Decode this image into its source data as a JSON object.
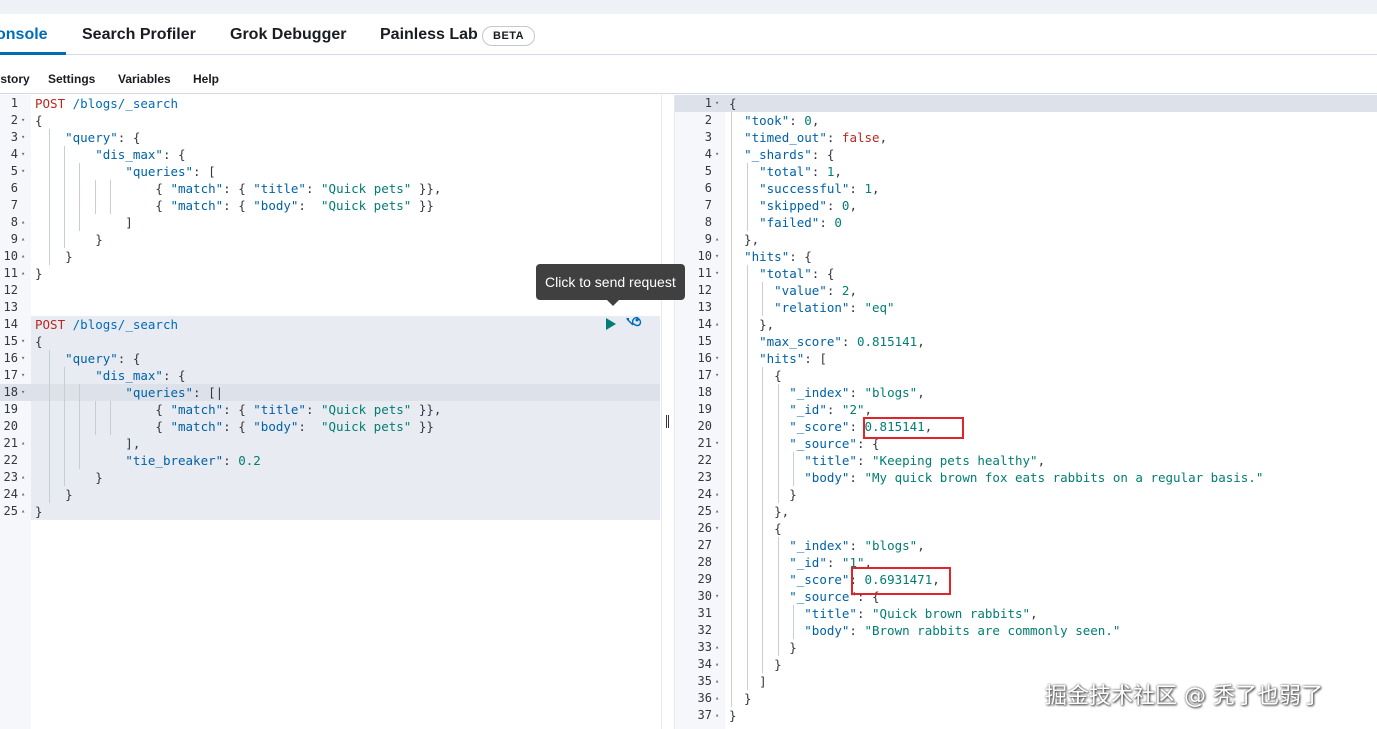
{
  "tabs": [
    {
      "label": "onsole",
      "active": true
    },
    {
      "label": "Search Profiler",
      "active": false
    },
    {
      "label": "Grok Debugger",
      "active": false
    },
    {
      "label": "Painless Lab",
      "active": false
    }
  ],
  "beta_badge": "BETA",
  "menu": [
    "istory",
    "Settings",
    "Variables",
    "Help"
  ],
  "tooltip": "Click to send request",
  "watermark": "掘金技术社区 @ 秃了也弱了",
  "colors": {
    "accent": "#006bb8",
    "method": "#bd271e",
    "key": "#0061a6",
    "string": "#017d73",
    "highlight": "#e0242a"
  },
  "request_editor": {
    "lines": [
      {
        "n": "1",
        "f": "",
        "t": [
          [
            "m",
            "POST"
          ],
          [
            "p",
            " "
          ],
          [
            "u",
            "/blogs/_search"
          ]
        ]
      },
      {
        "n": "2",
        "f": "▾",
        "t": [
          [
            "p",
            "{"
          ]
        ]
      },
      {
        "n": "3",
        "f": "▾",
        "t": [
          [
            "p",
            "    "
          ],
          [
            "k",
            "\"query\""
          ],
          [
            "p",
            ": {"
          ]
        ]
      },
      {
        "n": "4",
        "f": "▾",
        "t": [
          [
            "p",
            "        "
          ],
          [
            "k",
            "\"dis_max\""
          ],
          [
            "p",
            ": {"
          ]
        ]
      },
      {
        "n": "5",
        "f": "▾",
        "t": [
          [
            "p",
            "            "
          ],
          [
            "k",
            "\"queries\""
          ],
          [
            "p",
            ": ["
          ]
        ]
      },
      {
        "n": "6",
        "f": "",
        "t": [
          [
            "p",
            "                { "
          ],
          [
            "k",
            "\"match\""
          ],
          [
            "p",
            ": { "
          ],
          [
            "k",
            "\"title\""
          ],
          [
            "p",
            ": "
          ],
          [
            "s",
            "\"Quick pets\""
          ],
          [
            "p",
            " }},"
          ]
        ]
      },
      {
        "n": "7",
        "f": "",
        "t": [
          [
            "p",
            "                { "
          ],
          [
            "k",
            "\"match\""
          ],
          [
            "p",
            ": { "
          ],
          [
            "k",
            "\"body\""
          ],
          [
            "p",
            ":  "
          ],
          [
            "s",
            "\"Quick pets\""
          ],
          [
            "p",
            " }}"
          ]
        ]
      },
      {
        "n": "8",
        "f": "▴",
        "t": [
          [
            "p",
            "            ]"
          ]
        ]
      },
      {
        "n": "9",
        "f": "▴",
        "t": [
          [
            "p",
            "        }"
          ]
        ]
      },
      {
        "n": "10",
        "f": "▴",
        "t": [
          [
            "p",
            "    }"
          ]
        ]
      },
      {
        "n": "11",
        "f": "▴",
        "t": [
          [
            "p",
            "}"
          ]
        ]
      },
      {
        "n": "12",
        "f": "",
        "t": []
      },
      {
        "n": "13",
        "f": "",
        "t": []
      },
      {
        "n": "14",
        "f": "",
        "t": [
          [
            "m",
            "POST"
          ],
          [
            "p",
            " "
          ],
          [
            "u",
            "/blogs/_search"
          ]
        ]
      },
      {
        "n": "15",
        "f": "▾",
        "t": [
          [
            "p",
            "{"
          ]
        ]
      },
      {
        "n": "16",
        "f": "▾",
        "t": [
          [
            "p",
            "    "
          ],
          [
            "k",
            "\"query\""
          ],
          [
            "p",
            ": {"
          ]
        ]
      },
      {
        "n": "17",
        "f": "▾",
        "t": [
          [
            "p",
            "        "
          ],
          [
            "k",
            "\"dis_max\""
          ],
          [
            "p",
            ": {"
          ]
        ]
      },
      {
        "n": "18",
        "f": "▾",
        "t": [
          [
            "p",
            "            "
          ],
          [
            "k",
            "\"queries\""
          ],
          [
            "p",
            ": [|"
          ]
        ]
      },
      {
        "n": "19",
        "f": "",
        "t": [
          [
            "p",
            "                { "
          ],
          [
            "k",
            "\"match\""
          ],
          [
            "p",
            ": { "
          ],
          [
            "k",
            "\"title\""
          ],
          [
            "p",
            ": "
          ],
          [
            "s",
            "\"Quick pets\""
          ],
          [
            "p",
            " }},"
          ]
        ]
      },
      {
        "n": "20",
        "f": "",
        "t": [
          [
            "p",
            "                { "
          ],
          [
            "k",
            "\"match\""
          ],
          [
            "p",
            ": { "
          ],
          [
            "k",
            "\"body\""
          ],
          [
            "p",
            ":  "
          ],
          [
            "s",
            "\"Quick pets\""
          ],
          [
            "p",
            " }}"
          ]
        ]
      },
      {
        "n": "21",
        "f": "▴",
        "t": [
          [
            "p",
            "            ],"
          ]
        ]
      },
      {
        "n": "22",
        "f": "",
        "t": [
          [
            "p",
            "            "
          ],
          [
            "k",
            "\"tie_breaker\""
          ],
          [
            "p",
            ": "
          ],
          [
            "s",
            "0.2"
          ]
        ]
      },
      {
        "n": "23",
        "f": "▴",
        "t": [
          [
            "p",
            "        }"
          ]
        ]
      },
      {
        "n": "24",
        "f": "▴",
        "t": [
          [
            "p",
            "    }"
          ]
        ]
      },
      {
        "n": "25",
        "f": "▴",
        "t": [
          [
            "p",
            "}"
          ]
        ]
      }
    ]
  },
  "response_editor": {
    "lines": [
      {
        "n": "1",
        "f": "▾",
        "t": [
          [
            "p",
            "{"
          ]
        ]
      },
      {
        "n": "2",
        "f": "",
        "t": [
          [
            "p",
            "  "
          ],
          [
            "k",
            "\"took\""
          ],
          [
            "p",
            ": "
          ],
          [
            "s",
            "0"
          ],
          [
            "p",
            ","
          ]
        ]
      },
      {
        "n": "3",
        "f": "",
        "t": [
          [
            "p",
            "  "
          ],
          [
            "k",
            "\"timed_out\""
          ],
          [
            "p",
            ": "
          ],
          [
            "b",
            "false"
          ],
          [
            "p",
            ","
          ]
        ]
      },
      {
        "n": "4",
        "f": "▾",
        "t": [
          [
            "p",
            "  "
          ],
          [
            "k",
            "\"_shards\""
          ],
          [
            "p",
            ": {"
          ]
        ]
      },
      {
        "n": "5",
        "f": "",
        "t": [
          [
            "p",
            "    "
          ],
          [
            "k",
            "\"total\""
          ],
          [
            "p",
            ": "
          ],
          [
            "s",
            "1"
          ],
          [
            "p",
            ","
          ]
        ]
      },
      {
        "n": "6",
        "f": "",
        "t": [
          [
            "p",
            "    "
          ],
          [
            "k",
            "\"successful\""
          ],
          [
            "p",
            ": "
          ],
          [
            "s",
            "1"
          ],
          [
            "p",
            ","
          ]
        ]
      },
      {
        "n": "7",
        "f": "",
        "t": [
          [
            "p",
            "    "
          ],
          [
            "k",
            "\"skipped\""
          ],
          [
            "p",
            ": "
          ],
          [
            "s",
            "0"
          ],
          [
            "p",
            ","
          ]
        ]
      },
      {
        "n": "8",
        "f": "",
        "t": [
          [
            "p",
            "    "
          ],
          [
            "k",
            "\"failed\""
          ],
          [
            "p",
            ": "
          ],
          [
            "s",
            "0"
          ]
        ]
      },
      {
        "n": "9",
        "f": "▴",
        "t": [
          [
            "p",
            "  },"
          ]
        ]
      },
      {
        "n": "10",
        "f": "▾",
        "t": [
          [
            "p",
            "  "
          ],
          [
            "k",
            "\"hits\""
          ],
          [
            "p",
            ": {"
          ]
        ]
      },
      {
        "n": "11",
        "f": "▾",
        "t": [
          [
            "p",
            "    "
          ],
          [
            "k",
            "\"total\""
          ],
          [
            "p",
            ": {"
          ]
        ]
      },
      {
        "n": "12",
        "f": "",
        "t": [
          [
            "p",
            "      "
          ],
          [
            "k",
            "\"value\""
          ],
          [
            "p",
            ": "
          ],
          [
            "s",
            "2"
          ],
          [
            "p",
            ","
          ]
        ]
      },
      {
        "n": "13",
        "f": "",
        "t": [
          [
            "p",
            "      "
          ],
          [
            "k",
            "\"relation\""
          ],
          [
            "p",
            ": "
          ],
          [
            "s",
            "\"eq\""
          ]
        ]
      },
      {
        "n": "14",
        "f": "▴",
        "t": [
          [
            "p",
            "    },"
          ]
        ]
      },
      {
        "n": "15",
        "f": "",
        "t": [
          [
            "p",
            "    "
          ],
          [
            "k",
            "\"max_score\""
          ],
          [
            "p",
            ": "
          ],
          [
            "s",
            "0.815141"
          ],
          [
            "p",
            ","
          ]
        ]
      },
      {
        "n": "16",
        "f": "▾",
        "t": [
          [
            "p",
            "    "
          ],
          [
            "k",
            "\"hits\""
          ],
          [
            "p",
            ": ["
          ]
        ]
      },
      {
        "n": "17",
        "f": "▾",
        "t": [
          [
            "p",
            "      {"
          ]
        ]
      },
      {
        "n": "18",
        "f": "",
        "t": [
          [
            "p",
            "        "
          ],
          [
            "k",
            "\"_index\""
          ],
          [
            "p",
            ": "
          ],
          [
            "s",
            "\"blogs\""
          ],
          [
            "p",
            ","
          ]
        ]
      },
      {
        "n": "19",
        "f": "",
        "t": [
          [
            "p",
            "        "
          ],
          [
            "k",
            "\"_id\""
          ],
          [
            "p",
            ": "
          ],
          [
            "s",
            "\"2\""
          ],
          [
            "p",
            ","
          ]
        ]
      },
      {
        "n": "20",
        "f": "",
        "t": [
          [
            "p",
            "        "
          ],
          [
            "k",
            "\"_score\""
          ],
          [
            "p",
            ": "
          ],
          [
            "s",
            "0.815141"
          ],
          [
            "p",
            ","
          ]
        ]
      },
      {
        "n": "21",
        "f": "▾",
        "t": [
          [
            "p",
            "        "
          ],
          [
            "k",
            "\"_source\""
          ],
          [
            "p",
            ": {"
          ]
        ]
      },
      {
        "n": "22",
        "f": "",
        "t": [
          [
            "p",
            "          "
          ],
          [
            "k",
            "\"title\""
          ],
          [
            "p",
            ": "
          ],
          [
            "s",
            "\"Keeping pets healthy\""
          ],
          [
            "p",
            ","
          ]
        ]
      },
      {
        "n": "23",
        "f": "",
        "t": [
          [
            "p",
            "          "
          ],
          [
            "k",
            "\"body\""
          ],
          [
            "p",
            ": "
          ],
          [
            "s",
            "\"My quick brown fox eats rabbits on a regular basis.\""
          ]
        ]
      },
      {
        "n": "24",
        "f": "▴",
        "t": [
          [
            "p",
            "        }"
          ]
        ]
      },
      {
        "n": "25",
        "f": "▴",
        "t": [
          [
            "p",
            "      },"
          ]
        ]
      },
      {
        "n": "26",
        "f": "▾",
        "t": [
          [
            "p",
            "      {"
          ]
        ]
      },
      {
        "n": "27",
        "f": "",
        "t": [
          [
            "p",
            "        "
          ],
          [
            "k",
            "\"_index\""
          ],
          [
            "p",
            ": "
          ],
          [
            "s",
            "\"blogs\""
          ],
          [
            "p",
            ","
          ]
        ]
      },
      {
        "n": "28",
        "f": "",
        "t": [
          [
            "p",
            "        "
          ],
          [
            "k",
            "\"_id\""
          ],
          [
            "p",
            ": "
          ],
          [
            "s",
            "\"1\""
          ],
          [
            "p",
            ","
          ]
        ]
      },
      {
        "n": "29",
        "f": "",
        "t": [
          [
            "p",
            "        "
          ],
          [
            "k",
            "\"_score\""
          ],
          [
            "p",
            ": "
          ],
          [
            "s",
            "0.6931471"
          ],
          [
            "p",
            ","
          ]
        ]
      },
      {
        "n": "30",
        "f": "▾",
        "t": [
          [
            "p",
            "        "
          ],
          [
            "k",
            "\"_source\""
          ],
          [
            "p",
            ": {"
          ]
        ]
      },
      {
        "n": "31",
        "f": "",
        "t": [
          [
            "p",
            "          "
          ],
          [
            "k",
            "\"title\""
          ],
          [
            "p",
            ": "
          ],
          [
            "s",
            "\"Quick brown rabbits\""
          ],
          [
            "p",
            ","
          ]
        ]
      },
      {
        "n": "32",
        "f": "",
        "t": [
          [
            "p",
            "          "
          ],
          [
            "k",
            "\"body\""
          ],
          [
            "p",
            ": "
          ],
          [
            "s",
            "\"Brown rabbits are commonly seen.\""
          ]
        ]
      },
      {
        "n": "33",
        "f": "▴",
        "t": [
          [
            "p",
            "        }"
          ]
        ]
      },
      {
        "n": "34",
        "f": "▴",
        "t": [
          [
            "p",
            "      }"
          ]
        ]
      },
      {
        "n": "35",
        "f": "▴",
        "t": [
          [
            "p",
            "    ]"
          ]
        ]
      },
      {
        "n": "36",
        "f": "▴",
        "t": [
          [
            "p",
            "  }"
          ]
        ]
      },
      {
        "n": "37",
        "f": "▴",
        "t": [
          [
            "p",
            "}"
          ]
        ]
      }
    ]
  }
}
